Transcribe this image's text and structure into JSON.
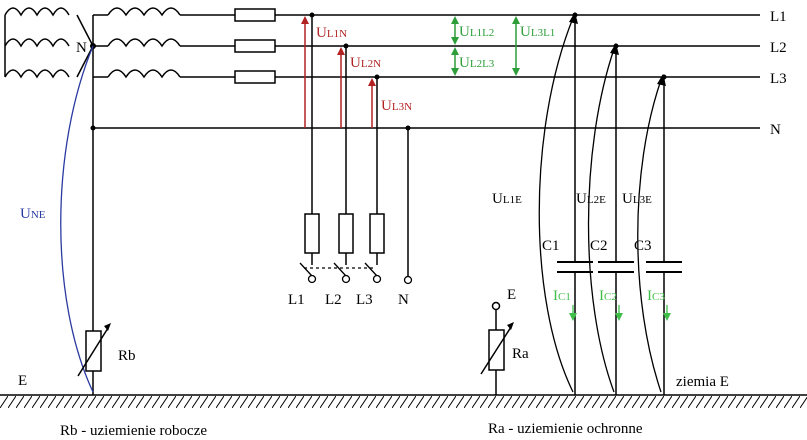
{
  "lines": {
    "l1": "L1",
    "l2": "L2",
    "l3": "L3",
    "n": "N"
  },
  "neutral_point_label": "N",
  "voltages": {
    "u_l1n": {
      "main": "U",
      "sub": "L1N"
    },
    "u_l2n": {
      "main": "U",
      "sub": "L2N"
    },
    "u_l3n": {
      "main": "U",
      "sub": "L3N"
    },
    "u_l1l2": {
      "main": "U",
      "sub": "L1L2"
    },
    "u_l2l3": {
      "main": "U",
      "sub": "L2L3"
    },
    "u_l3l1": {
      "main": "U",
      "sub": "L3L1"
    },
    "u_ne": {
      "main": "U",
      "sub": "NE"
    },
    "u_l1e": {
      "main": "U",
      "sub": "L1E"
    },
    "u_l2e": {
      "main": "U",
      "sub": "L2E"
    },
    "u_l3e": {
      "main": "U",
      "sub": "L3E"
    }
  },
  "load_terminals": [
    "L1",
    "L2",
    "L3",
    "N"
  ],
  "capacitors": [
    "C1",
    "C2",
    "C3"
  ],
  "capacitor_currents": [
    {
      "main": "I",
      "sub": "C1"
    },
    {
      "main": "I",
      "sub": "C2"
    },
    {
      "main": "I",
      "sub": "C3"
    }
  ],
  "resistors": {
    "rb": "Rb",
    "ra": "Ra"
  },
  "earth_labels": {
    "e_left": "E",
    "e_terminal": "E",
    "ziemia": "ziemia E"
  },
  "captions": {
    "rb_caption": "Rb - uziemienie robocze",
    "ra_caption": "Ra - uziemienie ochronne"
  },
  "colors": {
    "line": "#000000",
    "phase_voltage": "#b22222",
    "line_voltage": "#2e9e3a",
    "ne_voltage": "#2a3aa0",
    "current": "#3fbf4a"
  }
}
